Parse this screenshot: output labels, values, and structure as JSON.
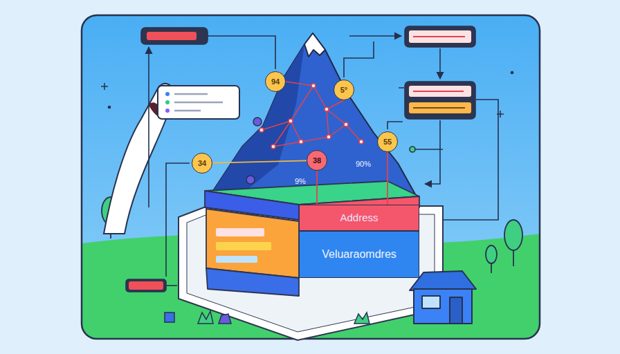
{
  "diagram": {
    "nodes": [
      {
        "text": [
          "94"
        ]
      },
      {
        "text": [
          "5°"
        ]
      },
      {
        "text": [
          "55"
        ]
      },
      {
        "text": [
          "34"
        ]
      },
      {
        "text": [
          "38"
        ]
      },
      {
        "text": [
          "Address"
        ]
      },
      {
        "text": [
          "Veluaraomdres"
        ]
      }
    ],
    "edges": [
      {
        "from": 3,
        "to": 4,
        "arrow": "none"
      },
      {
        "from": 4,
        "to": 5,
        "arrow": "none"
      },
      {
        "from": 2,
        "to": 5,
        "arrow": "none"
      }
    ],
    "labels": [
      "90%",
      "9%"
    ]
  }
}
